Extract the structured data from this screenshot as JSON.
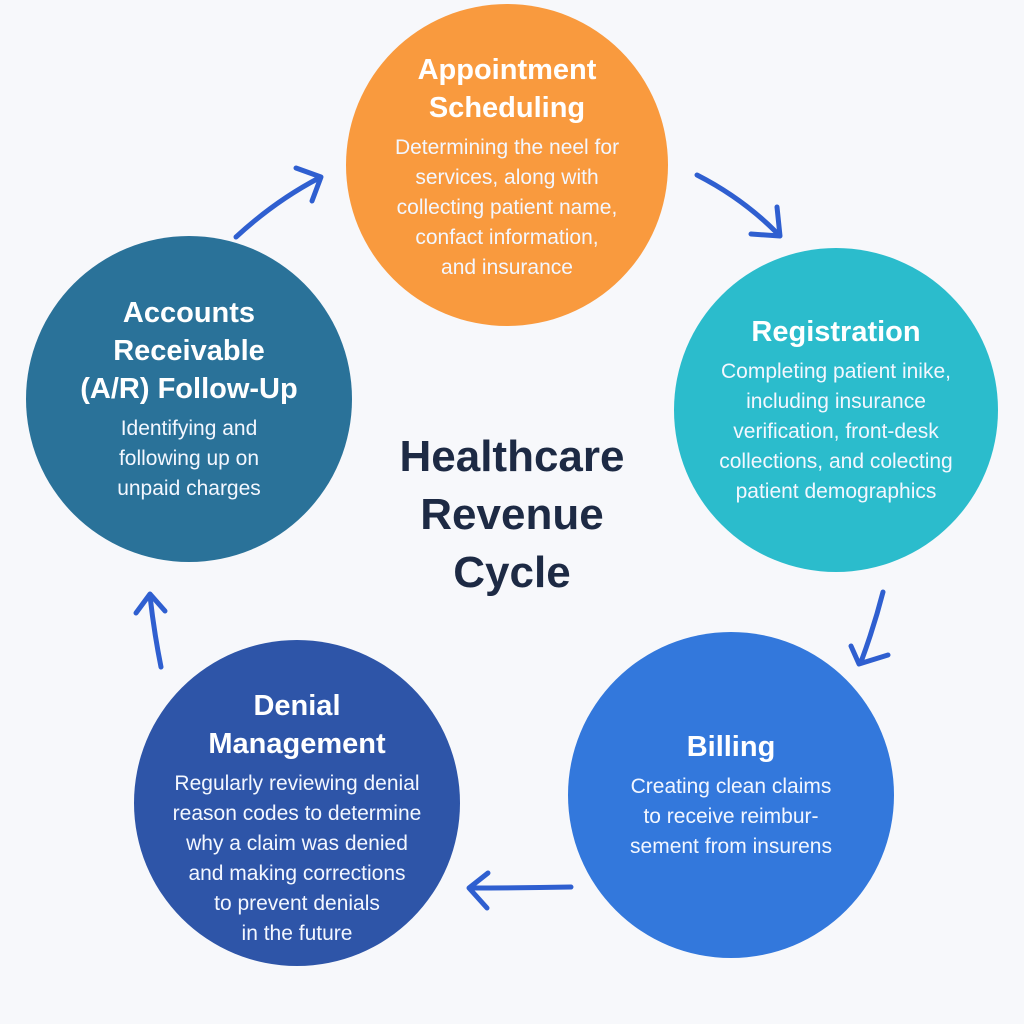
{
  "diagram": {
    "title": "Healthcare\nRevenue\nCycle",
    "stages": [
      {
        "title": "Appointment\nScheduling",
        "description": "Determining the neel for\nservices, along with\ncollecting patient name,\nconfact information,\nand insurance"
      },
      {
        "title": "Registration",
        "description": "Completing patient inike,\nincluding insurance\nverification, front-desk\ncollections, and colecting\npatient demographics"
      },
      {
        "title": "Billing",
        "description": "Creating clean claims\nto receive reimbur-\nsement from insurens"
      },
      {
        "title": "Denial\nManagement",
        "description": "Regularly reviewing denial\nreason codes to determine\nwhy a claim was denied\nand making corrections\nto prevent denials\nin the future"
      },
      {
        "title": "Accounts\nReceivable\n(A/R) Follow-Up",
        "description": "Identifying and\nfollowing up on\nunpaid charges"
      }
    ],
    "colors": {
      "background": "#f7f8fb",
      "appointment": "#f99a3e",
      "registration": "#2bbccc",
      "billing": "#3378dc",
      "denial": "#2e55a8",
      "accounts_receivable": "#2a7299",
      "arrow": "#2f5fd0",
      "title": "#1d2a44"
    },
    "arrow_icons": [
      "arrow-right-curved",
      "arrow-down-curved",
      "arrow-left-curved",
      "arrow-up-curved",
      "arrow-up-right-curved"
    ]
  }
}
